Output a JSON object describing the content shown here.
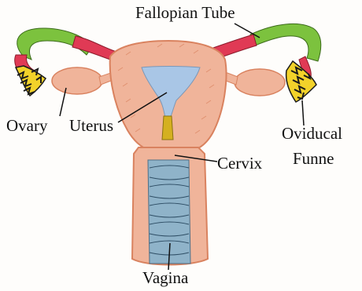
{
  "labels": {
    "fallopian_tube": "Fallopian Tube",
    "ovary": "Ovary",
    "uterus": "Uterus",
    "oviducal_line1": "Oviducal",
    "oviducal_line2": "Funne",
    "cervix": "Cervix",
    "vagina": "Vagina"
  },
  "colors": {
    "tissue": "#f0b49a",
    "tissue_dark": "#d9825f",
    "uterine_cavity": "#a9c6e6",
    "tube_green": "#7cc23e",
    "tube_red": "#e03a55",
    "fimbriae_yellow": "#f2d22a",
    "fimbriae_black": "#1b1b1b",
    "vaginal_canal": "#8fb3c9",
    "cervix_gold": "#d4b020",
    "outline": "#8a4a36",
    "leader_line": "#111111"
  }
}
